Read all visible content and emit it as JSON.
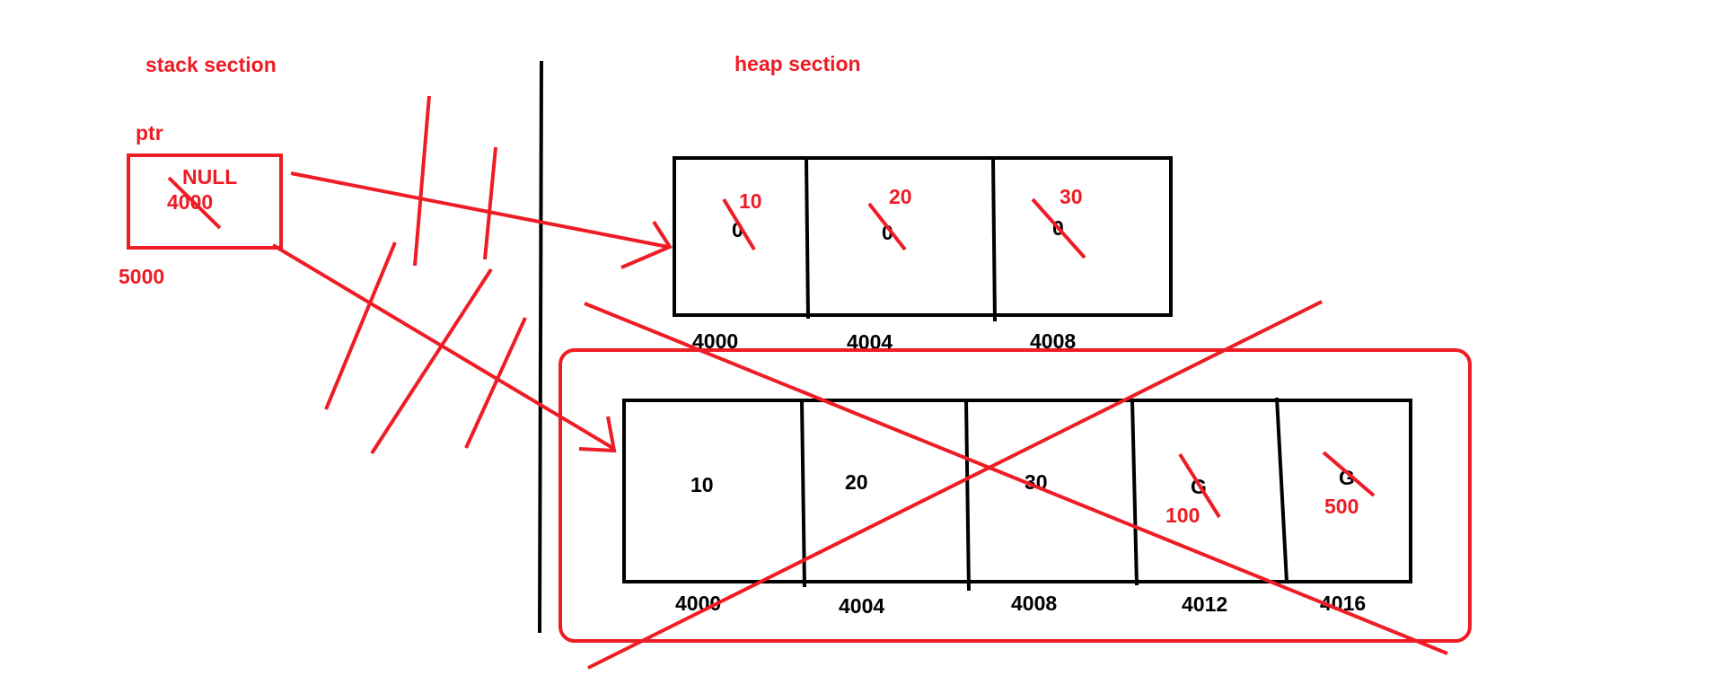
{
  "labels": {
    "stack_section": "stack section",
    "heap_section": "heap section",
    "ptr": "ptr",
    "ptr_value_old": "NULL",
    "ptr_value_new": "4000",
    "ptr_address": "5000"
  },
  "heap_block_1": {
    "cells": [
      {
        "value": "0",
        "new_value": "10",
        "address": "4000"
      },
      {
        "value": "0",
        "new_value": "20",
        "address": "4004"
      },
      {
        "value": "0",
        "new_value": "30",
        "address": "4008"
      }
    ]
  },
  "heap_block_2": {
    "cells": [
      {
        "value": "10",
        "new_value": "",
        "address": "4000"
      },
      {
        "value": "20",
        "new_value": "",
        "address": "4004"
      },
      {
        "value": "30",
        "new_value": "",
        "address": "4008"
      },
      {
        "value": "G",
        "new_value": "100",
        "address": "4012"
      },
      {
        "value": "G",
        "new_value": "500",
        "address": "4016"
      }
    ]
  },
  "colors": {
    "annotation": "#ee1c25",
    "ink": "#000000"
  }
}
